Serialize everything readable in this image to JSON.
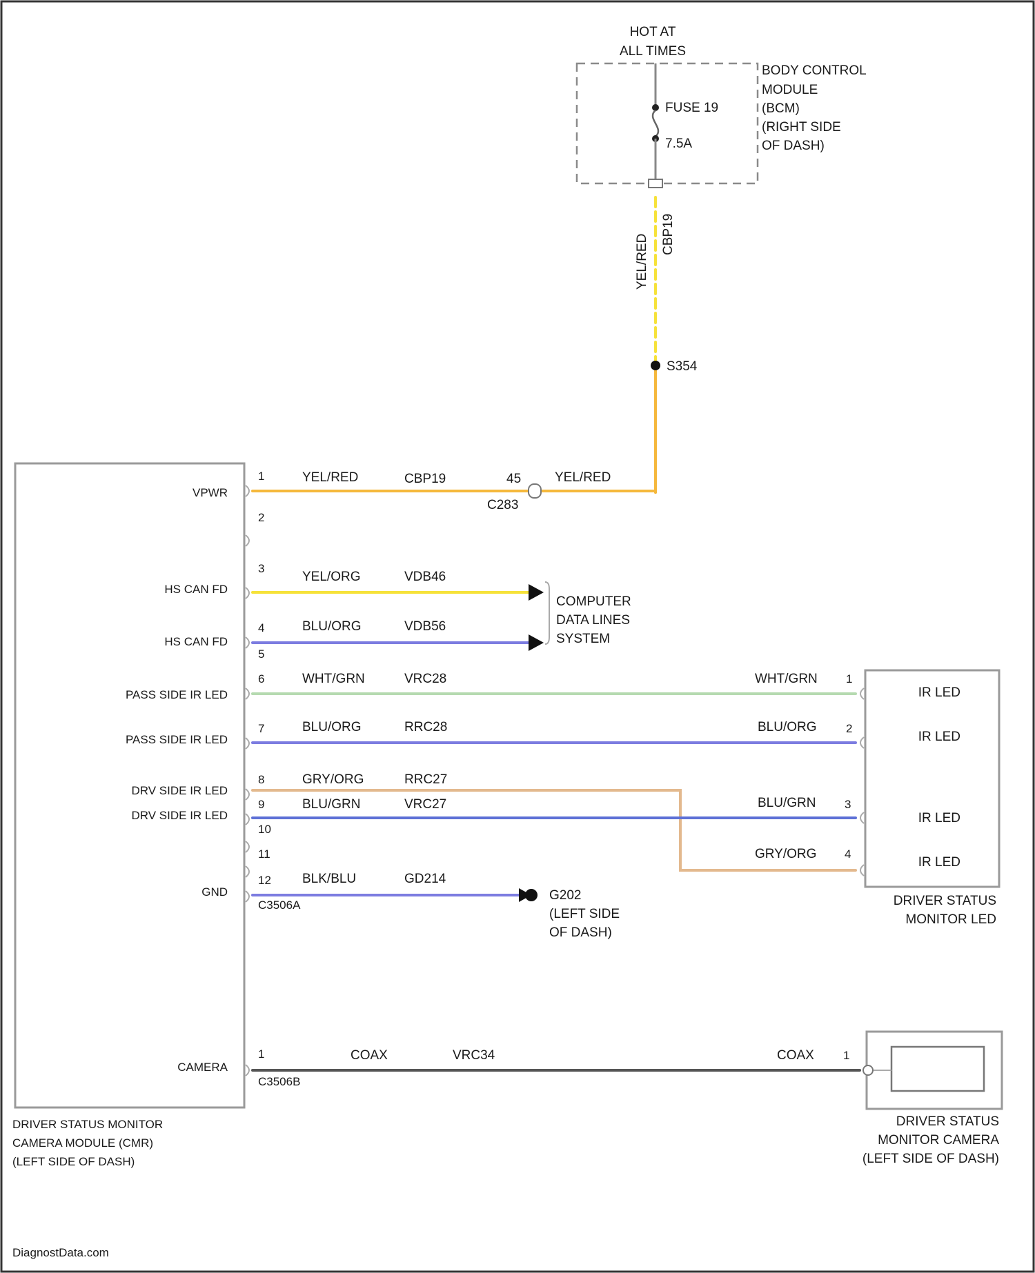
{
  "power": {
    "hot_label_1": "HOT AT",
    "hot_label_2": "ALL TIMES",
    "bcm_label": [
      "BODY CONTROL",
      "MODULE",
      "(BCM)",
      "(RIGHT SIDE",
      "OF DASH)"
    ],
    "fuse_label": "FUSE 19",
    "fuse_rating": "7.5A",
    "wire_color": "YEL/RED",
    "circuit": "CBP19",
    "splice": "S354"
  },
  "cmr": {
    "label": [
      "DRIVER STATUS MONITOR",
      "CAMERA MODULE (CMR)",
      "(LEFT SIDE OF DASH)"
    ],
    "pins": {
      "vpwr": "VPWR",
      "hs_can_fd_h": "HS CAN FD",
      "hs_can_fd_l": "HS CAN FD",
      "pass_ir_1": "PASS SIDE IR LED",
      "pass_ir_2": "PASS SIDE IR LED",
      "drv_ir_1": "DRV SIDE IR LED",
      "drv_ir_2": "DRV SIDE IR LED",
      "gnd": "GND",
      "camera": "CAMERA"
    },
    "pin_numbers": [
      "1",
      "2",
      "3",
      "4",
      "5",
      "6",
      "7",
      "8",
      "9",
      "10",
      "11",
      "12"
    ],
    "connector_a": "C3506A",
    "connector_b": "C3506B"
  },
  "wires": {
    "w1": {
      "color": "YEL/RED",
      "circuit": "CBP19",
      "pin": "45",
      "connector": "C283",
      "color_right": "YEL/RED"
    },
    "w3": {
      "color": "YEL/ORG",
      "circuit": "VDB46"
    },
    "w4": {
      "color": "BLU/ORG",
      "circuit": "VDB56"
    },
    "w6": {
      "color": "WHT/GRN",
      "circuit": "VRC28",
      "color_right": "WHT/GRN",
      "pin_right": "1"
    },
    "w7": {
      "color": "BLU/ORG",
      "circuit": "RRC28",
      "color_right": "BLU/ORG",
      "pin_right": "2"
    },
    "w8": {
      "color": "GRY/ORG",
      "circuit": "RRC27",
      "color_right": "GRY/ORG",
      "pin_right": "4"
    },
    "w9": {
      "color": "BLU/GRN",
      "circuit": "VRC27",
      "color_right": "BLU/GRN",
      "pin_right": "3"
    },
    "w12": {
      "color": "BLK/BLU",
      "circuit": "GD214"
    },
    "coax": {
      "color": "COAX",
      "circuit": "VRC34",
      "color_right": "COAX",
      "pin": "1",
      "pin_right": "1"
    }
  },
  "data_lines": [
    "COMPUTER",
    "DATA LINES",
    "SYSTEM"
  ],
  "ground": [
    "G202",
    "(LEFT SIDE",
    "OF DASH)"
  ],
  "led": {
    "labels": [
      "IR LED",
      "IR LED",
      "IR LED",
      "IR LED"
    ],
    "module": [
      "DRIVER STATUS",
      "MONITOR LED"
    ]
  },
  "camera": {
    "module": [
      "DRIVER STATUS",
      "MONITOR CAMERA",
      "(LEFT SIDE OF DASH)"
    ]
  },
  "watermark": "DiagnostData.com",
  "colors": {
    "yellow": "#f6e23a",
    "orange_yellow": "#f5b83c",
    "blue": "#7c7ce0",
    "green": "#b5dab0",
    "tan": "#e3b98e",
    "dark_blue": "#5d70d6",
    "black": "#555555"
  }
}
